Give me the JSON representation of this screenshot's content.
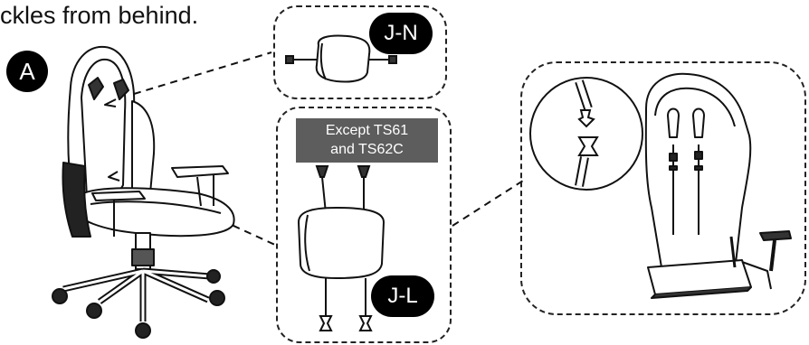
{
  "instruction": {
    "caption": "ckles from behind."
  },
  "labels": {
    "seat_back": "A",
    "head_pillow": "J-N",
    "lumbar_pillow": "J-L"
  },
  "lumbar_note": {
    "line1": "Except TS61",
    "line2": "and TS62C"
  },
  "icons": [
    "office-chair-illustration",
    "head-pillow-illustration",
    "lumbar-pillow-illustration",
    "chair-back-rear-illustration",
    "buckle-detail-magnifier"
  ]
}
